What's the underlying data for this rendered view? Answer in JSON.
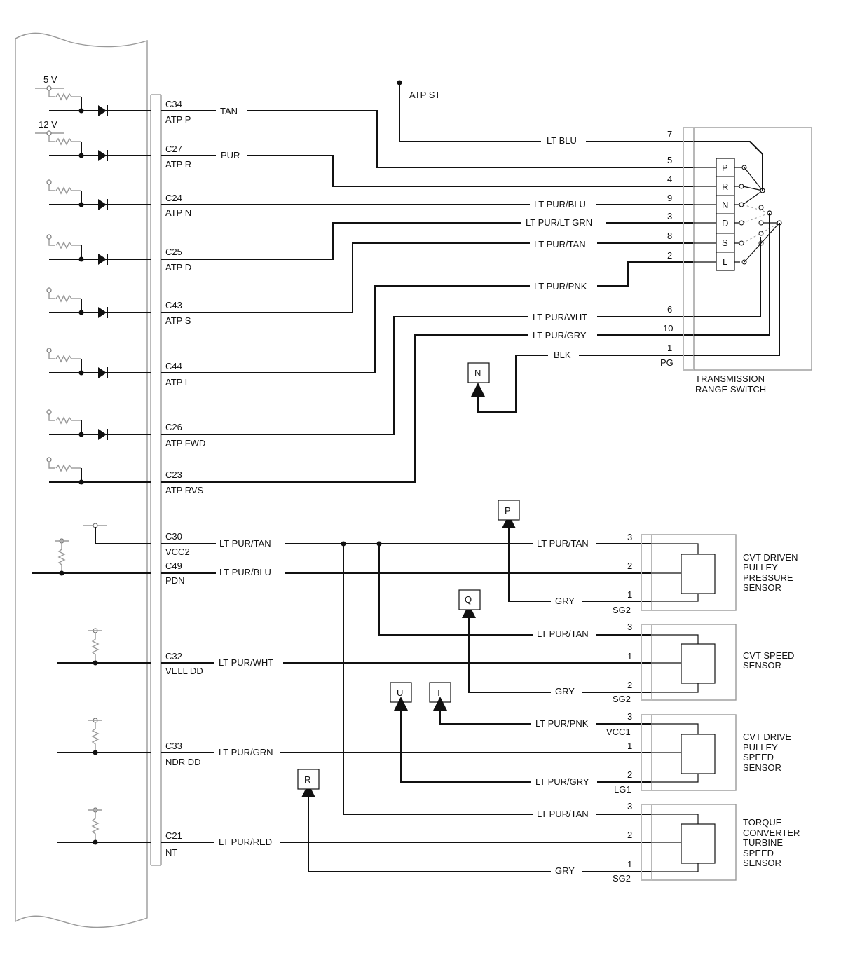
{
  "supply": {
    "v5": "5 V",
    "v12": "12 V"
  },
  "ecm_pins": {
    "c34": {
      "pin": "C34",
      "sig": "ATP P"
    },
    "c27": {
      "pin": "C27",
      "sig": "ATP R"
    },
    "c24": {
      "pin": "C24",
      "sig": "ATP N"
    },
    "c25": {
      "pin": "C25",
      "sig": "ATP D"
    },
    "c43": {
      "pin": "C43",
      "sig": "ATP S"
    },
    "c44": {
      "pin": "C44",
      "sig": "ATP L"
    },
    "c26": {
      "pin": "C26",
      "sig": "ATP FWD"
    },
    "c23": {
      "pin": "C23",
      "sig": "ATP RVS"
    },
    "c30": {
      "pin": "C30",
      "sig": "VCC2"
    },
    "c49": {
      "pin": "C49",
      "sig": "PDN"
    },
    "c32": {
      "pin": "C32",
      "sig": "VELL DD"
    },
    "c33": {
      "pin": "C33",
      "sig": "NDR DD"
    },
    "c21": {
      "pin": "C21",
      "sig": "NT"
    }
  },
  "wire_colors": {
    "tan": "TAN",
    "pur": "PUR",
    "lt_blu": "LT BLU",
    "lt_pur_blu": "LT PUR/BLU",
    "lt_pur_lt_grn": "LT PUR/LT GRN",
    "lt_pur_tan": "LT PUR/TAN",
    "lt_pur_pnk": "LT PUR/PNK",
    "lt_pur_wht": "LT PUR/WHT",
    "lt_pur_gry": "LT PUR/GRY",
    "blk": "BLK",
    "gry": "GRY",
    "lt_pur_grn": "LT PUR/GRN",
    "lt_pur_red": "LT PUR/RED"
  },
  "atp_st": "ATP ST",
  "trs": {
    "title_l1": "TRANSMISSION",
    "title_l2": "RANGE SWITCH",
    "positions": [
      "P",
      "R",
      "N",
      "D",
      "S",
      "L"
    ],
    "pins": {
      "p7": "7",
      "p5": "5",
      "p4": "4",
      "p9": "9",
      "p3": "3",
      "p8": "8",
      "p2": "2",
      "p6": "6",
      "p10": "10",
      "p1": "1",
      "pg": "PG"
    }
  },
  "connectors": {
    "n": "N",
    "p": "P",
    "q": "Q",
    "u": "U",
    "t": "T",
    "r": "R"
  },
  "sensors": {
    "driven": {
      "l1": "CVT DRIVEN",
      "l2": "PULLEY",
      "l3": "PRESSURE",
      "l4": "SENSOR",
      "pin3": "3",
      "pin2": "2",
      "pin1": "1",
      "gnd": "SG2"
    },
    "speed": {
      "l1": "CVT SPEED",
      "l2": "SENSOR",
      "pin3": "3",
      "pin1": "1",
      "pin2": "2",
      "gnd": "SG2"
    },
    "drive": {
      "l1": "CVT DRIVE",
      "l2": "PULLEY",
      "l3": "SPEED",
      "l4": "SENSOR",
      "pin3": "3",
      "pin1": "1",
      "pin2": "2",
      "vcc": "VCC1",
      "gnd": "LG1"
    },
    "turbine": {
      "l1": "TORQUE",
      "l2": "CONVERTER",
      "l3": "TURBINE",
      "l4": "SPEED",
      "l5": "SENSOR",
      "pin3": "3",
      "pin2": "2",
      "pin1": "1",
      "gnd": "SG2"
    }
  }
}
